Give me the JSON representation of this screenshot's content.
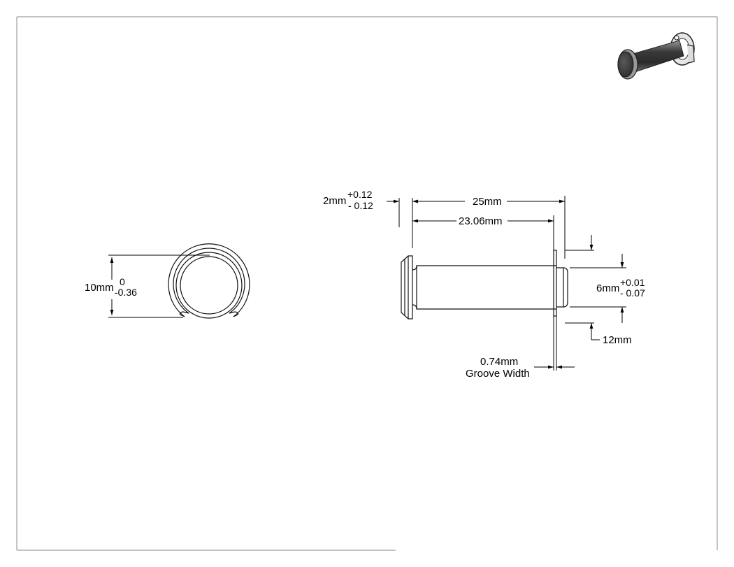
{
  "front_view": {
    "diameter": {
      "value": "10mm",
      "tol_upper": "0",
      "tol_lower": "-0.36"
    }
  },
  "side_view": {
    "head_thickness": {
      "value": "2mm",
      "tol_upper": "+0.12",
      "tol_lower": "- 0.12"
    },
    "overall_length": {
      "value": "25mm"
    },
    "groove_position": {
      "value": "23.06mm"
    },
    "shank_diameter": {
      "value": "6mm",
      "tol_upper": "+0.01",
      "tol_lower": "- 0.07"
    },
    "clip_size": {
      "value": "12mm"
    },
    "groove_width": {
      "value": "0.74mm",
      "label": "Groove Width"
    }
  },
  "colors": {
    "line": "#000000",
    "pin_dark": "#3a3a3a",
    "pin_light": "#8a8a8a",
    "border": "#888888"
  }
}
